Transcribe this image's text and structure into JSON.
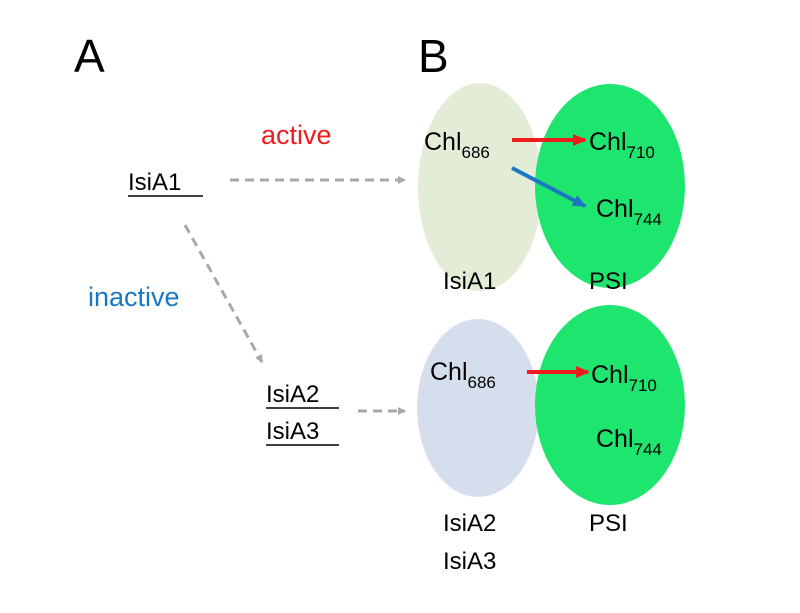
{
  "panels": {
    "a": "A",
    "b": "B"
  },
  "states": {
    "active": {
      "label": "active",
      "color": "#ee1c1c"
    },
    "inactive": {
      "label": "inactive",
      "color": "#1a78c2"
    }
  },
  "left_scheme": {
    "source": "IsiA1",
    "targets": [
      "IsiA2",
      "IsiA3"
    ],
    "arrow_color": "#a8a8a8"
  },
  "complex_top": {
    "antenna_label": "IsiA1",
    "antenna_color": "#e2ecd7",
    "psi_label": "PSI",
    "psi_color": "#1ee56e",
    "donor": {
      "base": "Chl",
      "sub": "686"
    },
    "acceptor_a": {
      "base": "Chl",
      "sub": "710"
    },
    "acceptor_b": {
      "base": "Chl",
      "sub": "744"
    },
    "transfer_a_color": "#ee1c1c",
    "transfer_b_color": "#1a78c2"
  },
  "complex_bottom": {
    "antenna_labels": [
      "IsiA2",
      "IsiA3"
    ],
    "antenna_color": "#d6deee",
    "psi_label": "PSI",
    "psi_color": "#1ee56e",
    "donor": {
      "base": "Chl",
      "sub": "686"
    },
    "acceptor_a": {
      "base": "Chl",
      "sub": "710"
    },
    "acceptor_b": {
      "base": "Chl",
      "sub": "744"
    },
    "transfer_a_color": "#ee1c1c"
  }
}
